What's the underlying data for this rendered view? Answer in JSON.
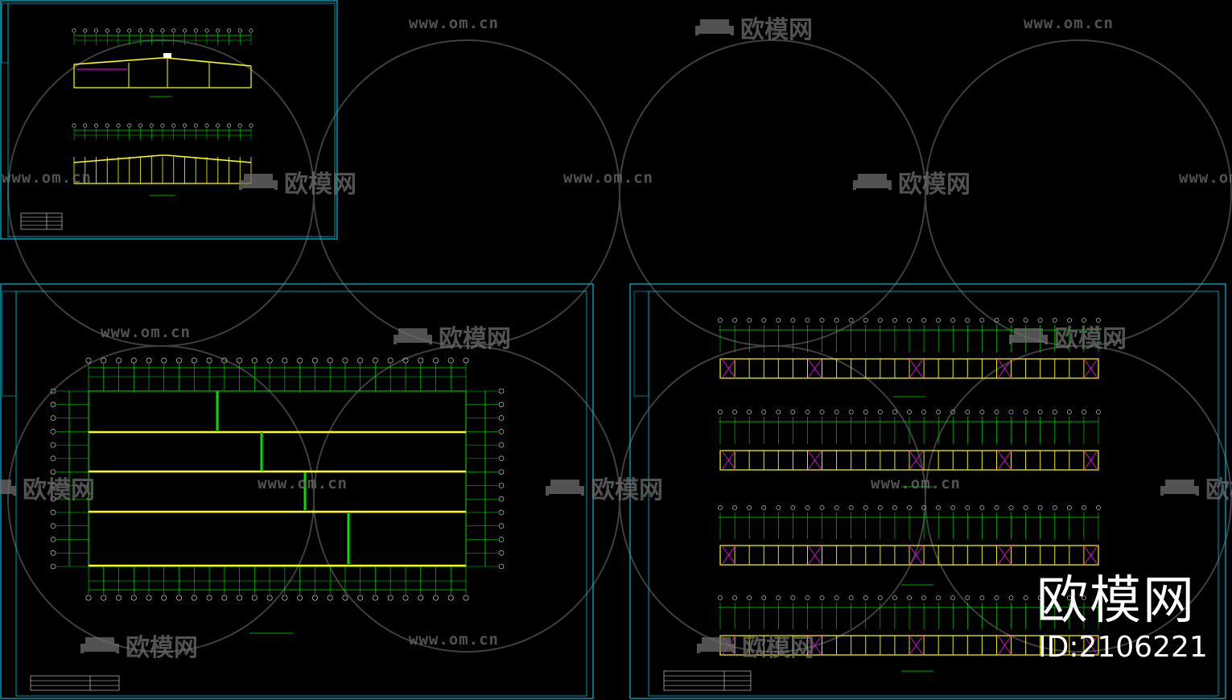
{
  "watermark": {
    "url_text": "www.om.cn",
    "logo_text": "欧模网"
  },
  "brand": {
    "name": "欧模网",
    "id_text": "ID:2106221"
  },
  "colors": {
    "background": "#000000",
    "frame": "#00bcd4",
    "axis": "#00e000",
    "beam": "#ffff00",
    "bracing": "#ff00ff",
    "text": "#e0e0e0",
    "watermark": "#6e6e6e"
  },
  "sheets": [
    {
      "name": "elevation-sheet",
      "icon": "cad-drawing-icon"
    },
    {
      "name": "plan-sheet",
      "icon": "cad-drawing-icon"
    },
    {
      "name": "bracing-elevation-sheet",
      "icon": "cad-drawing-icon"
    }
  ]
}
